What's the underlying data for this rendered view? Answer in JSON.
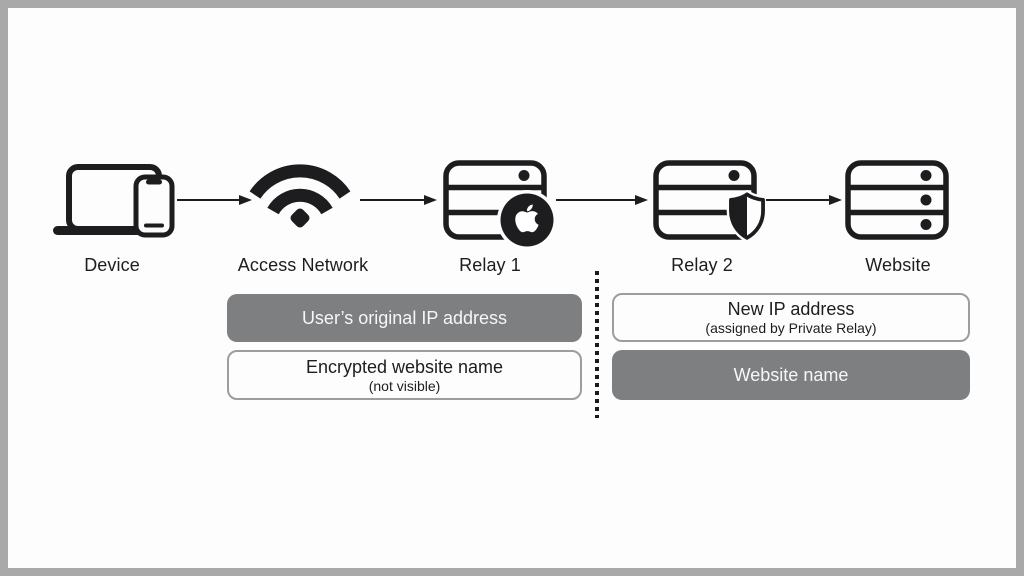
{
  "nodes": [
    {
      "label": "Device"
    },
    {
      "label": "Access Network"
    },
    {
      "label": "Relay 1"
    },
    {
      "label": "Relay 2"
    },
    {
      "label": "Website"
    }
  ],
  "annotations": {
    "left": [
      {
        "text": "User’s original IP address",
        "style": "filled"
      },
      {
        "text": "Encrypted website name",
        "note": "(not visible)",
        "style": "outlined"
      }
    ],
    "right": [
      {
        "text": "New IP address",
        "note": "(assigned by Private Relay)",
        "style": "outlined"
      },
      {
        "text": "Website name",
        "style": "filled"
      }
    ]
  },
  "colors": {
    "ink": "#1d1d1f",
    "filled_box": "#7d7f81",
    "filled_box_text": "#f7f7f7",
    "outlined_box_border": "#9d9d9d",
    "frame_border": "#a9a9a9",
    "background": "#fdfdfd",
    "divider": "#1a1a1a"
  }
}
